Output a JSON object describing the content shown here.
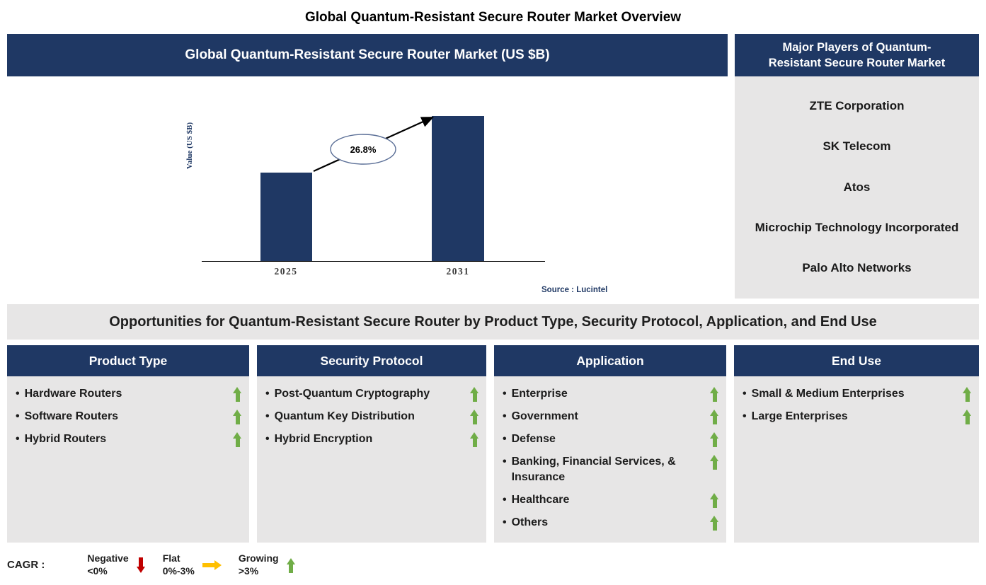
{
  "page_title": "Global Quantum-Resistant Secure Router Market Overview",
  "colors": {
    "navy": "#1F3864",
    "panel_gray": "#E7E6E6",
    "growing_green": "#70AD47",
    "negative_red": "#C00000",
    "flat_orange": "#FFC000"
  },
  "chart_panel": {
    "header": "Global Quantum-Resistant Secure Router Market (US $B)",
    "source": "Source : Lucintel"
  },
  "chart_data": {
    "type": "bar",
    "title": "Global Quantum-Resistant Secure Router Market (US $B)",
    "ylabel": "Value (US $B)",
    "categories": [
      "2025",
      "2031"
    ],
    "values": [
      1.0,
      1.64
    ],
    "values_note": "relative bar heights; no numeric axis scale shown",
    "cagr_label": "26.8%",
    "annotation": "CAGR arrow from 2025 bar to 2031 bar",
    "legend_position": "none",
    "grid": false,
    "source": "Source : Lucintel"
  },
  "major_players": {
    "header": "Major Players of Quantum-Resistant Secure Router Market",
    "items": [
      "ZTE Corporation",
      "SK Telecom",
      "Atos",
      "Microchip Technology Incorporated",
      "Palo Alto Networks"
    ]
  },
  "opportunities": {
    "band_title": "Opportunities for Quantum-Resistant Secure Router by Product Type, Security Protocol, Application, and End Use",
    "columns": [
      {
        "header": "Product Type",
        "items": [
          {
            "label": "Hardware Routers",
            "trend": "growing"
          },
          {
            "label": "Software Routers",
            "trend": "growing"
          },
          {
            "label": "Hybrid Routers",
            "trend": "growing"
          }
        ]
      },
      {
        "header": "Security Protocol",
        "items": [
          {
            "label": "Post-Quantum Cryptography",
            "trend": "growing"
          },
          {
            "label": "Quantum Key Distribution",
            "trend": "growing"
          },
          {
            "label": "Hybrid Encryption",
            "trend": "growing"
          }
        ]
      },
      {
        "header": "Application",
        "items": [
          {
            "label": "Enterprise",
            "trend": "growing"
          },
          {
            "label": "Government",
            "trend": "growing"
          },
          {
            "label": "Defense",
            "trend": "growing"
          },
          {
            "label": "Banking, Financial Services, & Insurance",
            "trend": "growing"
          },
          {
            "label": "Healthcare",
            "trend": "growing"
          },
          {
            "label": "Others",
            "trend": "growing"
          }
        ]
      },
      {
        "header": "End Use",
        "items": [
          {
            "label": "Small & Medium Enterprises",
            "trend": "growing"
          },
          {
            "label": "Large Enterprises",
            "trend": "growing"
          }
        ]
      }
    ]
  },
  "legend": {
    "label": "CAGR :",
    "items": [
      {
        "label": "Negative",
        "range": "<0%",
        "trend": "negative"
      },
      {
        "label": "Flat",
        "range": "0%-3%",
        "trend": "flat"
      },
      {
        "label": "Growing",
        "range": ">3%",
        "trend": "growing"
      }
    ]
  }
}
